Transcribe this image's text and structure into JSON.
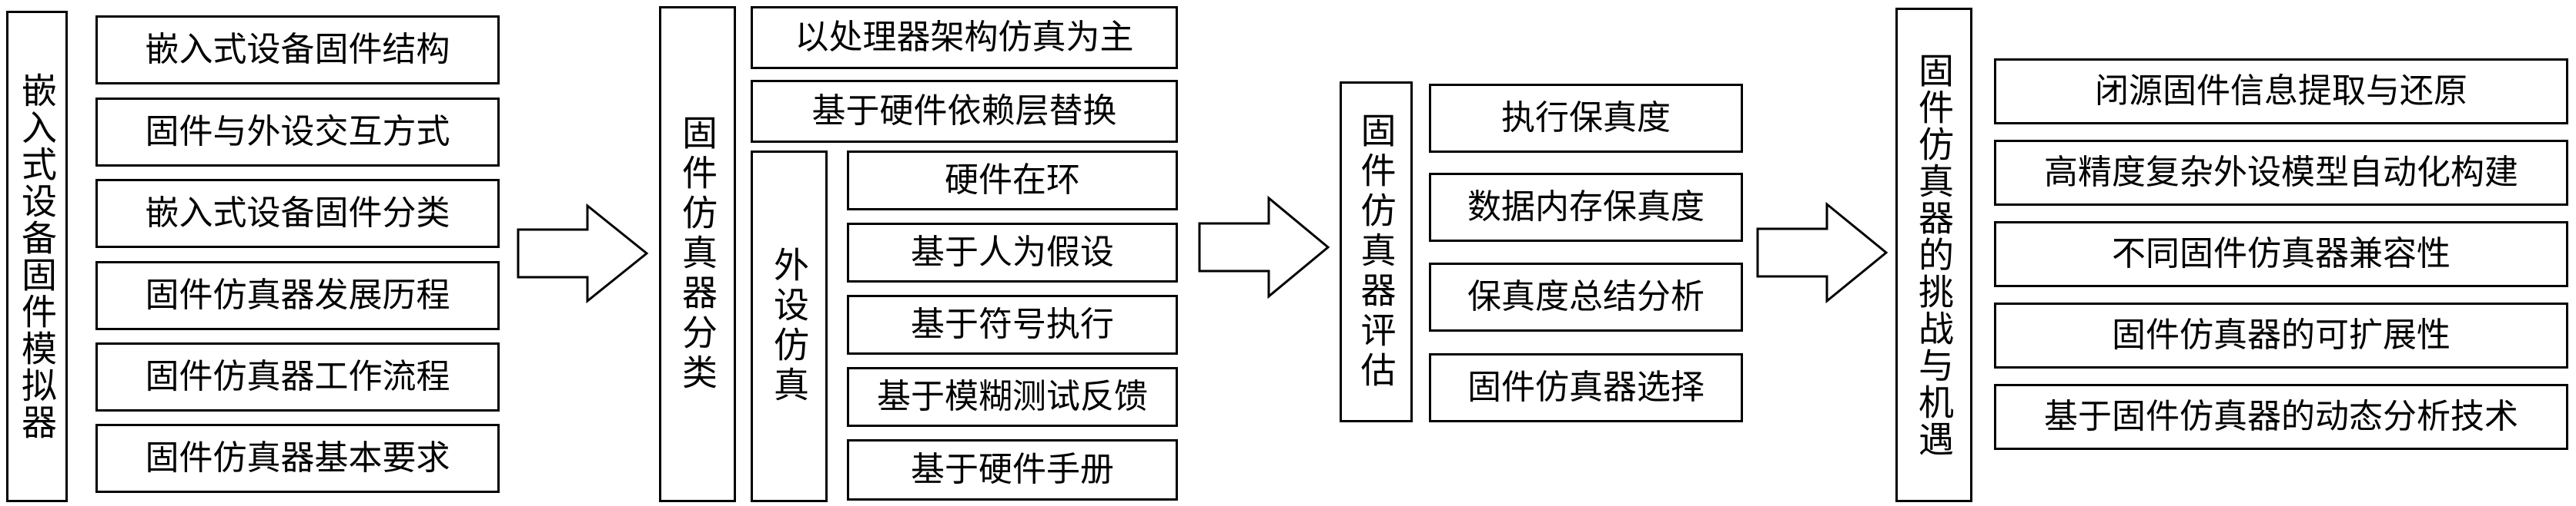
{
  "col1": {
    "title": "嵌入式设备固件模拟器",
    "items": [
      "嵌入式设备固件结构",
      "固件与外设交互方式",
      "嵌入式设备固件分类",
      "固件仿真器发展历程",
      "固件仿真器工作流程",
      "固件仿真器基本要求"
    ]
  },
  "col2": {
    "title": "固件仿真器分类",
    "items": [
      "以处理器架构仿真为主",
      "基于硬件依赖层替换"
    ],
    "sub": {
      "title": "外设仿真",
      "items": [
        "硬件在环",
        "基于人为假设",
        "基于符号执行",
        "基于模糊测试反馈",
        "基于硬件手册"
      ]
    }
  },
  "col3": {
    "title": "固件仿真器评估",
    "items": [
      "执行保真度",
      "数据内存保真度",
      "保真度总结分析",
      "固件仿真器选择"
    ]
  },
  "col4": {
    "title": "固件仿真器的挑战与机遇",
    "items": [
      "闭源固件信息提取与还原",
      "高精度复杂外设模型自动化构建",
      "不同固件仿真器兼容性",
      "固件仿真器的可扩展性",
      "基于固件仿真器的动态分析技术"
    ]
  }
}
